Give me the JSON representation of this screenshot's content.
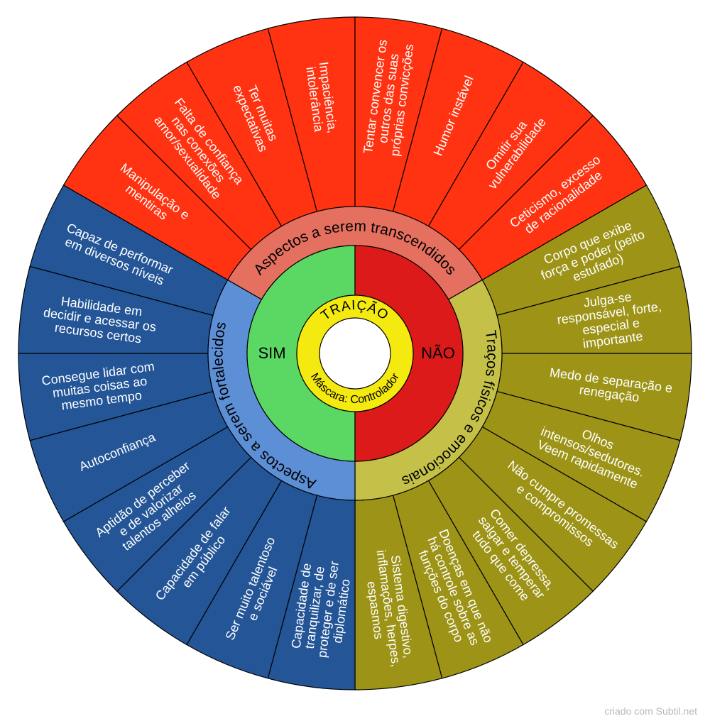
{
  "center": {
    "title": "TRAIÇÃO",
    "bottom_label": "Controlador",
    "bottom_label_right": "Máscara:",
    "left_label": "SIM",
    "right_label": "NÃO"
  },
  "categories": [
    {
      "id": "transcend",
      "label": "Aspectos a serem transcendidos"
    },
    {
      "id": "traits",
      "label": "Traços físicos e emocionais"
    },
    {
      "id": "strengthen",
      "label": "Aspectos a serem fortalecidos"
    }
  ],
  "colors": {
    "red_outer": "#ff3311",
    "red_mid": "#e57060",
    "red_inner": "#dd1a1a",
    "olive_outer": "#9c9317",
    "olive_mid": "#c5c148",
    "blue_outer": "#235597",
    "blue_mid": "#5d8fd6",
    "green_inner": "#5bd864",
    "yellow_ring": "#f5ea10",
    "line": "#000000"
  },
  "segments": {
    "transcend": [
      "Manipulação e mentiras",
      "Falta de confiança nas conexões amor/sexualidade",
      "Ter muitas expectativas",
      "Impaciência, intolerância",
      "Tentar convencer os outros das suas próprias convicções",
      "Humor instável",
      "Omitir sua vulnerabilidade",
      "Ceticismo, excesso de racionalidade"
    ],
    "traits": [
      "Corpo que exibe força e poder (peito estufado)",
      "Julga-se responsável, forte, especial e importante",
      "Medo de separação e renegação",
      "Olhos intensos/sedutores. Veem rapidamente",
      "Não cumpre promessas e compromissos",
      "Comer depressa, salgar e temperar tudo que come",
      "Doenças em que não há controle sobre as funções do corpo",
      "Sistema digestivo, inflamações, herpes, espasmos"
    ],
    "strengthen": [
      "Capacidade de tranquilizar, de proteger e de ser diplomático",
      "Ser muito talentoso e sociável",
      "Capacidade de falar em público",
      "Aptidão de perceber e de valorizar talentos alheios",
      "Autoconfiança",
      "Consegue lidar com muitas coisas ao mesmo tempo",
      "Habilidade em decidir e acessar os recursos certos",
      "Capaz de performar em diversos níveis"
    ]
  },
  "credit": "criado com Subtil.net"
}
